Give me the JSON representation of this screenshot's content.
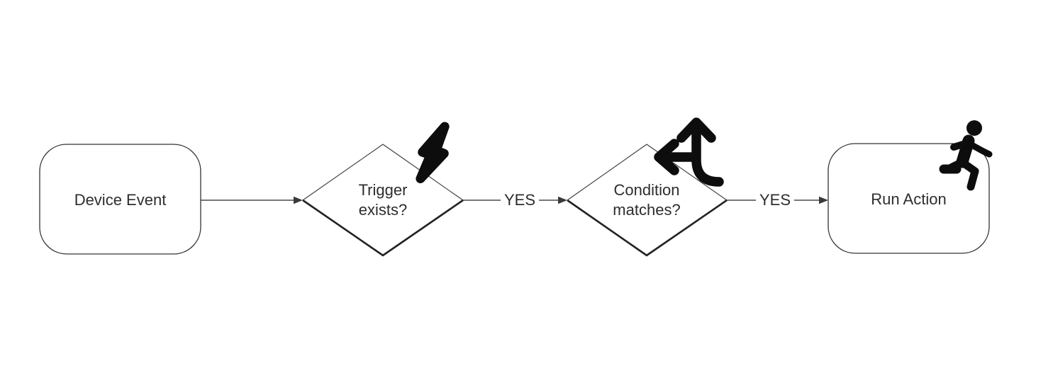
{
  "diagram": {
    "type": "flowchart",
    "background": "#ffffff",
    "nodes": [
      {
        "id": "device-event",
        "shape": "rounded-rect",
        "label": "Device Event",
        "icon": null
      },
      {
        "id": "trigger-exists",
        "shape": "decision-diamond",
        "label": "Trigger\nexists?",
        "icon": "lightning-icon"
      },
      {
        "id": "condition-matches",
        "shape": "decision-diamond",
        "label": "Condition\nmatches?",
        "icon": "split-arrows-icon"
      },
      {
        "id": "run-action",
        "shape": "rounded-rect",
        "label": "Run Action",
        "icon": "running-person-icon"
      }
    ],
    "edges": [
      {
        "from": "device-event",
        "to": "trigger-exists",
        "label": ""
      },
      {
        "from": "trigger-exists",
        "to": "condition-matches",
        "label": "YES"
      },
      {
        "from": "condition-matches",
        "to": "run-action",
        "label": "YES"
      }
    ],
    "colors": {
      "shape_stroke": "#333333",
      "shape_shadow_stroke": "#222222",
      "connector": "#4a4a4a",
      "arrowhead": "#3a3a3a",
      "text": "#2d2d2d",
      "icon": "#0d0d0d",
      "background": "#ffffff"
    }
  }
}
